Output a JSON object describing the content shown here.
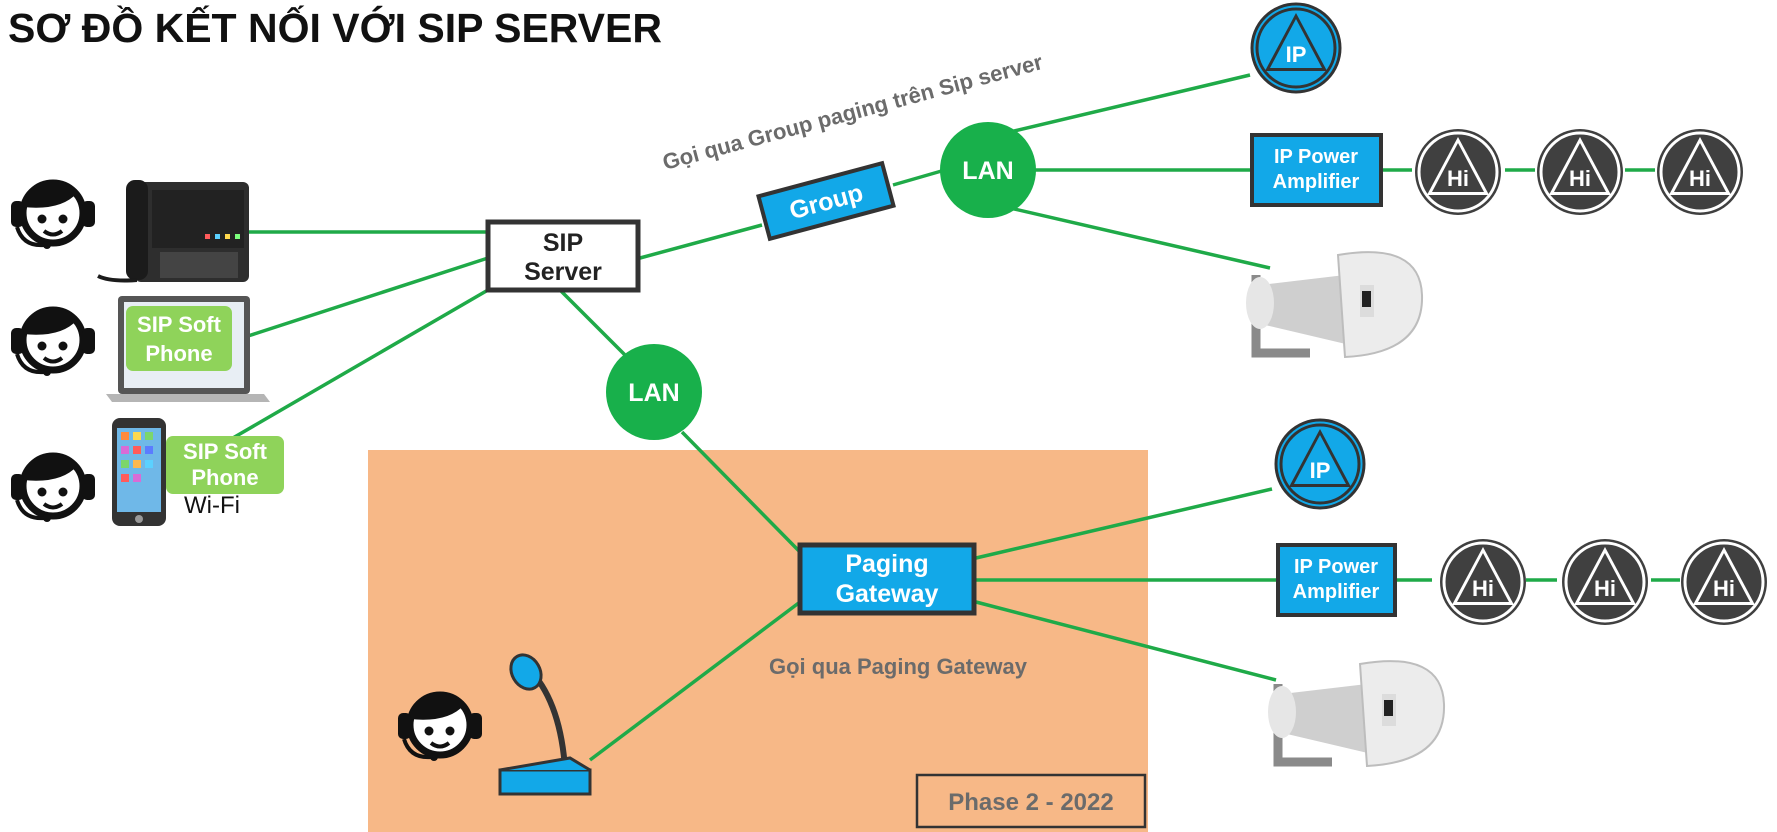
{
  "title": "SƠ ĐỒ KẾT NỐI VỚI SIP SERVER",
  "sip_server": {
    "line1": "SIP",
    "line2": "Server"
  },
  "group_box": "Group",
  "group_caption": "Gọi qua Group paging trên Sip server",
  "lan_label": "LAN",
  "ip_label": "IP",
  "hi_label": "Hi",
  "amplifier": {
    "line1": "IP Power",
    "line2": "Amplifier"
  },
  "softphone": {
    "line1": "SIP Soft",
    "line2": "Phone"
  },
  "wifi_label": "Wi-Fi",
  "gateway": {
    "line1": "Paging",
    "line2": "Gateway"
  },
  "gateway_caption": "Gọi qua Paging Gateway",
  "phase_label": "Phase 2 - 2022",
  "colors": {
    "line": "#1faa48",
    "lan": "#18b04b",
    "blue_box": "#12a8e8",
    "peach": "#f7b887",
    "softphone": "#8fd35a",
    "speaker_dark": "#3d3d3d"
  },
  "icons": [
    "operator-headset-icon",
    "desk-ip-phone-icon",
    "laptop-icon",
    "smartphone-icon",
    "ip-speaker-icon",
    "hi-speaker-icon",
    "horn-speaker-icon",
    "paging-microphone-icon"
  ]
}
